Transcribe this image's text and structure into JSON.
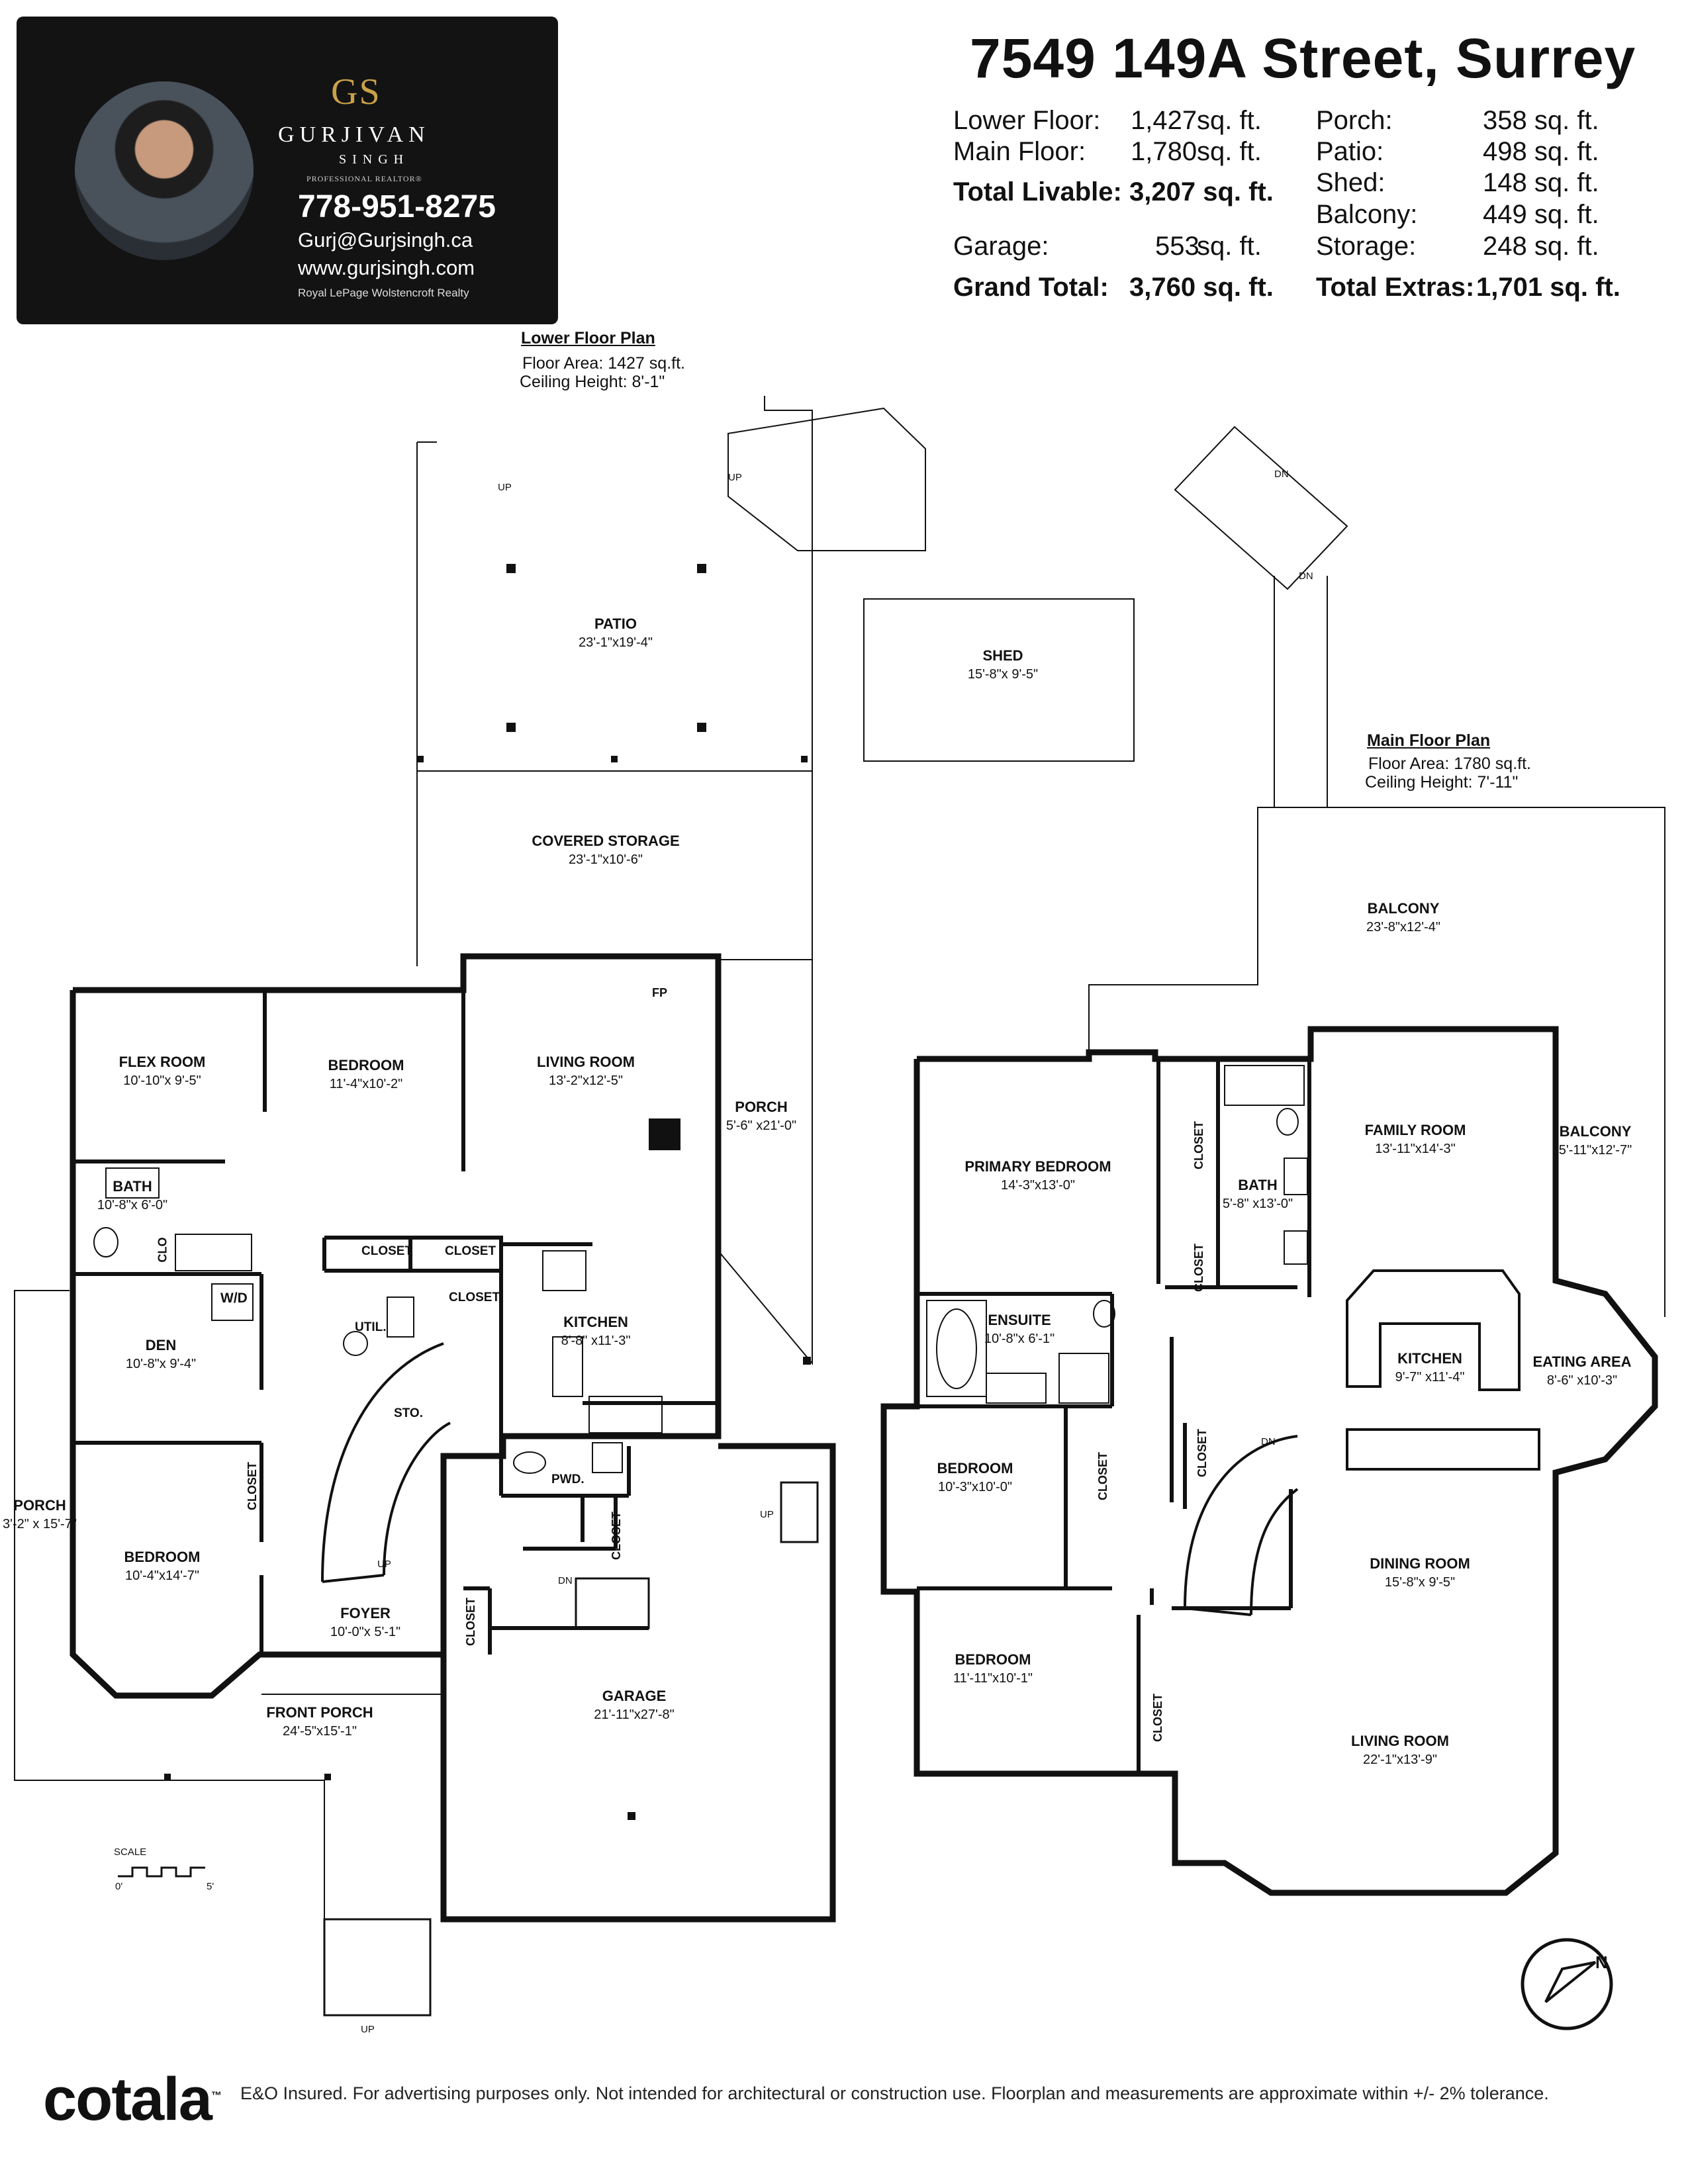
{
  "agent": {
    "logo": "GS",
    "name": "GURJIVAN",
    "surname": "SINGH",
    "title": "PROFESSIONAL REALTOR®",
    "phone": "778-951-8275",
    "email": "Gurj@Gurjsingh.ca",
    "website": "www.gurjsingh.com",
    "brokerage": "Royal LePage Wolstencroft Realty"
  },
  "property": {
    "address": "7549 149A Street, Surrey"
  },
  "areas": {
    "lower_label": "Lower Floor:",
    "lower_value": "1,427",
    "lower_unit": "sq. ft.",
    "main_label": "Main Floor:",
    "main_value": "1,780",
    "main_unit": "sq. ft.",
    "livable_label": "Total Livable:",
    "livable_value": "3,207 sq. ft.",
    "garage_label": "Garage:",
    "garage_value": "553",
    "garage_unit": "sq. ft.",
    "grand_label": "Grand Total:",
    "grand_value": "3,760 sq. ft.",
    "porch_label": "Porch:",
    "porch_value": "358 sq. ft.",
    "patio_label": "Patio:",
    "patio_value": "498 sq. ft.",
    "shed_label": "Shed:",
    "shed_value": "148 sq. ft.",
    "balcony_label": "Balcony:",
    "balcony_value": "449 sq. ft.",
    "storage_label": "Storage:",
    "storage_value": "248 sq. ft.",
    "extras_label": "Total Extras:",
    "extras_value": "1,701 sq. ft."
  },
  "lower_plan": {
    "title": "Lower Floor Plan",
    "area": "Floor Area: 1427 sq.ft.",
    "ceiling": "Ceiling Height: 8'-1\""
  },
  "main_plan": {
    "title": "Main Floor Plan",
    "area": "Floor Area: 1780 sq.ft.",
    "ceiling": "Ceiling Height: 7'-11\""
  },
  "rooms": [
    {
      "name": "PATIO",
      "dim": "23'-1\"x19'-4\""
    },
    {
      "name": "SHED",
      "dim": "15'-8\"x 9'-5\""
    },
    {
      "name": "COVERED STORAGE",
      "dim": "23'-1\"x10'-6\""
    },
    {
      "name": "FLEX ROOM",
      "dim": "10'-10\"x 9'-5\""
    },
    {
      "name": "BEDROOM",
      "dim": "11'-4\"x10'-2\""
    },
    {
      "name": "LIVING ROOM",
      "dim": "13'-2\"x12'-5\""
    },
    {
      "name": "PORCH",
      "dim": "5'-6\" x21'-0\""
    },
    {
      "name": "BATH",
      "dim": "10'-8\"x 6'-0\""
    },
    {
      "name": "DEN",
      "dim": "10'-8\"x 9'-4\""
    },
    {
      "name": "KITCHEN",
      "dim": "8'-8\" x11'-3\""
    },
    {
      "name": "BEDROOM",
      "dim": "10'-4\"x14'-7\""
    },
    {
      "name": "PORCH",
      "dim": "3'-2\" x 15'-7\""
    },
    {
      "name": "FOYER",
      "dim": "10'-0\"x 5'-1\""
    },
    {
      "name": "FRONT PORCH",
      "dim": "24'-5\"x15'-1\""
    },
    {
      "name": "GARAGE",
      "dim": "21'-11\"x27'-8\""
    },
    {
      "name": "BALCONY",
      "dim": "23'-8\"x12'-4\""
    },
    {
      "name": "PRIMARY BEDROOM",
      "dim": "14'-3\"x13'-0\""
    },
    {
      "name": "BATH",
      "dim": "5'-8\" x13'-0\""
    },
    {
      "name": "FAMILY ROOM",
      "dim": "13'-11\"x14'-3\""
    },
    {
      "name": "BALCONY",
      "dim": "5'-11\"x12'-7\""
    },
    {
      "name": "ENSUITE",
      "dim": "10'-8\"x 6'-1\""
    },
    {
      "name": "KITCHEN",
      "dim": "9'-7\" x11'-4\""
    },
    {
      "name": "EATING AREA",
      "dim": "8'-6\" x10'-3\""
    },
    {
      "name": "BEDROOM",
      "dim": "10'-3\"x10'-0\""
    },
    {
      "name": "DINING ROOM",
      "dim": "15'-8\"x 9'-5\""
    },
    {
      "name": "BEDROOM",
      "dim": "11'-11\"x10'-1\""
    },
    {
      "name": "LIVING ROOM",
      "dim": "22'-1\"x13'-9\""
    }
  ],
  "fixtures": {
    "closet": "CLOSET",
    "clo": "CLO",
    "wd": "W/D",
    "util": "UTIL.",
    "sto": "STO.",
    "pwd": "PWD.",
    "fp": "FP",
    "up": "UP",
    "dn": "DN"
  },
  "scale": {
    "label": "SCALE",
    "start": "0'",
    "end": "5'"
  },
  "compass": {
    "letter": "N"
  },
  "footer": {
    "logo": "cotala",
    "tm": "™",
    "disclaimer": "E&O Insured. For advertising purposes only. Not intended for architectural or construction use. Floorplan and measurements are approximate within +/- 2% tolerance."
  }
}
